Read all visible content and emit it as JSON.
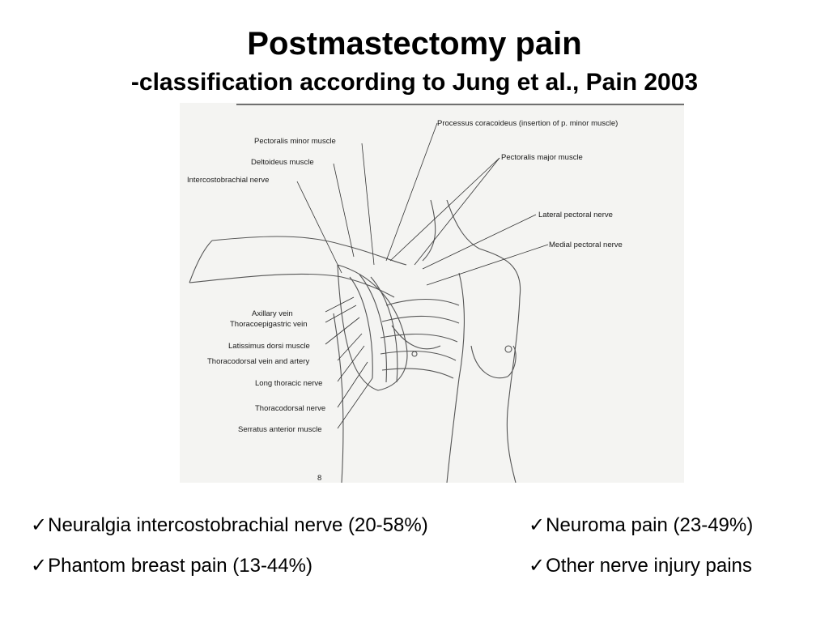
{
  "slide": {
    "title": "Postmastectomy pain",
    "subtitle": "-classification according to Jung et al., Pain 2003"
  },
  "figure": {
    "labels": {
      "processus": "Processus coracoideus (insertion of p. minor muscle)",
      "pectoralis_minor": "Pectoralis minor muscle",
      "deltoideus": "Deltoideus muscle",
      "intercostobrachial": "Intercostobrachial nerve",
      "pectoralis_major": "Pectoralis major muscle",
      "lateral_pectoral": "Lateral pectoral nerve",
      "medial_pectoral": "Medial pectoral nerve",
      "axillary_vein": "Axillary vein",
      "thoracoepigastric": "Thoracoepigastric vein",
      "latissimus": "Latissimus dorsi muscle",
      "thoracodorsal_vein": "Thoracodorsal vein and artery",
      "long_thoracic": "Long thoracic nerve",
      "thoracodorsal_nerve": "Thoracodorsal nerve",
      "serratus": "Serratus anterior muscle",
      "page_mark": "8"
    }
  },
  "bullets": {
    "check": "✓",
    "left": [
      "Neuralgia intercostobrachial nerve (20-58%)",
      "Phantom breast pain (13-44%)"
    ],
    "right": [
      "Neuroma pain (23-49%)",
      "Other nerve injury pains"
    ]
  }
}
